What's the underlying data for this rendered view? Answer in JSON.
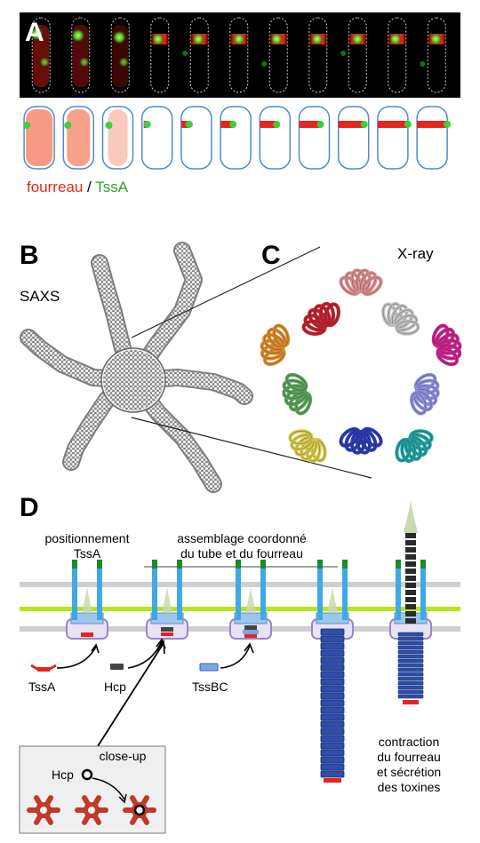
{
  "panels": {
    "a": "A",
    "b": "B",
    "c": "C",
    "d": "D"
  },
  "legend_a": {
    "sheath": "fourreau",
    "sep": " / ",
    "tssa": "TssA"
  },
  "labels_bc": {
    "saxs": "SAXS",
    "xray": "X-ray"
  },
  "panel_d": {
    "step1_line1": "positionnement",
    "step1_line2": "TssA",
    "step2_line1": "assemblage coordonné",
    "step2_line2": "du tube et du fourreau",
    "tssa": "TssA",
    "hcp": "Hcp",
    "tssbc": "TssBC",
    "closeup": "close-up",
    "closeup_hcp": "Hcp",
    "final_line1": "contraction",
    "final_line2": "du fourreau",
    "final_line3": "et sécrétion",
    "final_line4": "des toxines"
  },
  "colors": {
    "sheath_red": "#e8251c",
    "tssa_green": "#39d139",
    "cell_outline": "#4f8cc9",
    "membrane_green": "#b5e61d",
    "membrane_grey": "#cfcfcf",
    "baseplate_blue": "#3ea9e6",
    "tssbc_blue": "#2c4fa8",
    "tip_green": "#c9d9b0"
  }
}
